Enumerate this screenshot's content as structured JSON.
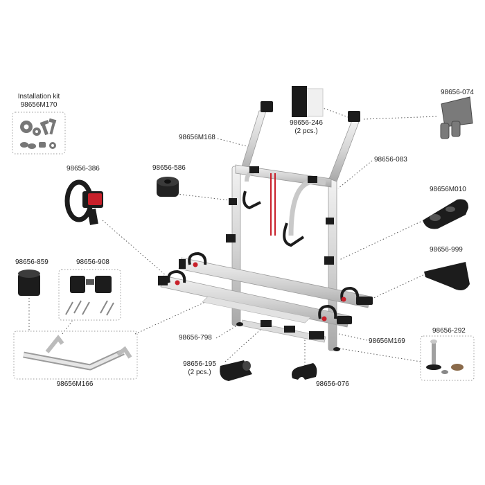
{
  "labels": {
    "install_title": "Installation kit",
    "install_code": "98656M170",
    "p246": "98656-246",
    "p246_qty": "(2 pcs.)",
    "p074": "98656-074",
    "pM168": "98656M168",
    "p083": "98656-083",
    "p386": "98656-386",
    "p586": "98656-586",
    "pM010": "98656M010",
    "p999": "98656-999",
    "p859": "98656-859",
    "p908": "98656-908",
    "p798": "98656-798",
    "pM169": "98656M169",
    "p292": "98656-292",
    "p195": "98656-195",
    "p195_qty": "(2 pcs.)",
    "p076": "98656-076",
    "pM166": "98656M166"
  },
  "colors": {
    "rack_frame": "#d8d8d8",
    "rack_outline": "#9b9b9b",
    "part_black": "#1c1c1c",
    "accent_red": "#c8202a",
    "leader": "#555555",
    "box_border": "#9a9a9a"
  }
}
